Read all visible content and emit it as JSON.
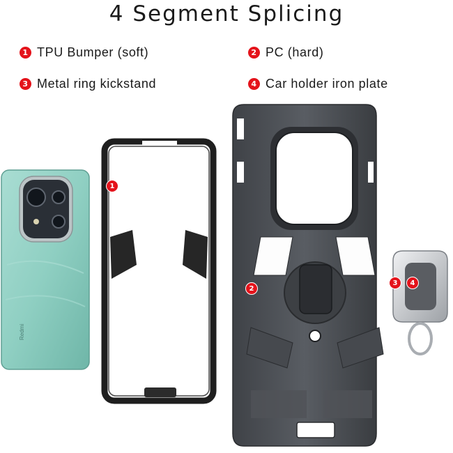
{
  "title": "4 Segment Splicing",
  "legend": [
    {
      "num": "1",
      "text": "TPU Bumper (soft)"
    },
    {
      "num": "2",
      "text": "PC (hard)"
    },
    {
      "num": "3",
      "text": "Metal ring kickstand"
    },
    {
      "num": "4",
      "text": "Car holder iron plate"
    }
  ],
  "markers": {
    "bumper": "1",
    "pc_shell": "2",
    "ring_a": "3",
    "ring_b": "4"
  },
  "phone_brand": "Redmi",
  "colors": {
    "badge": "#e4131b",
    "phone_body": "#8fd0c3",
    "case_shell": "#4a4d52",
    "bumper_frame": "#222222",
    "ring": "#c9ccd0"
  }
}
